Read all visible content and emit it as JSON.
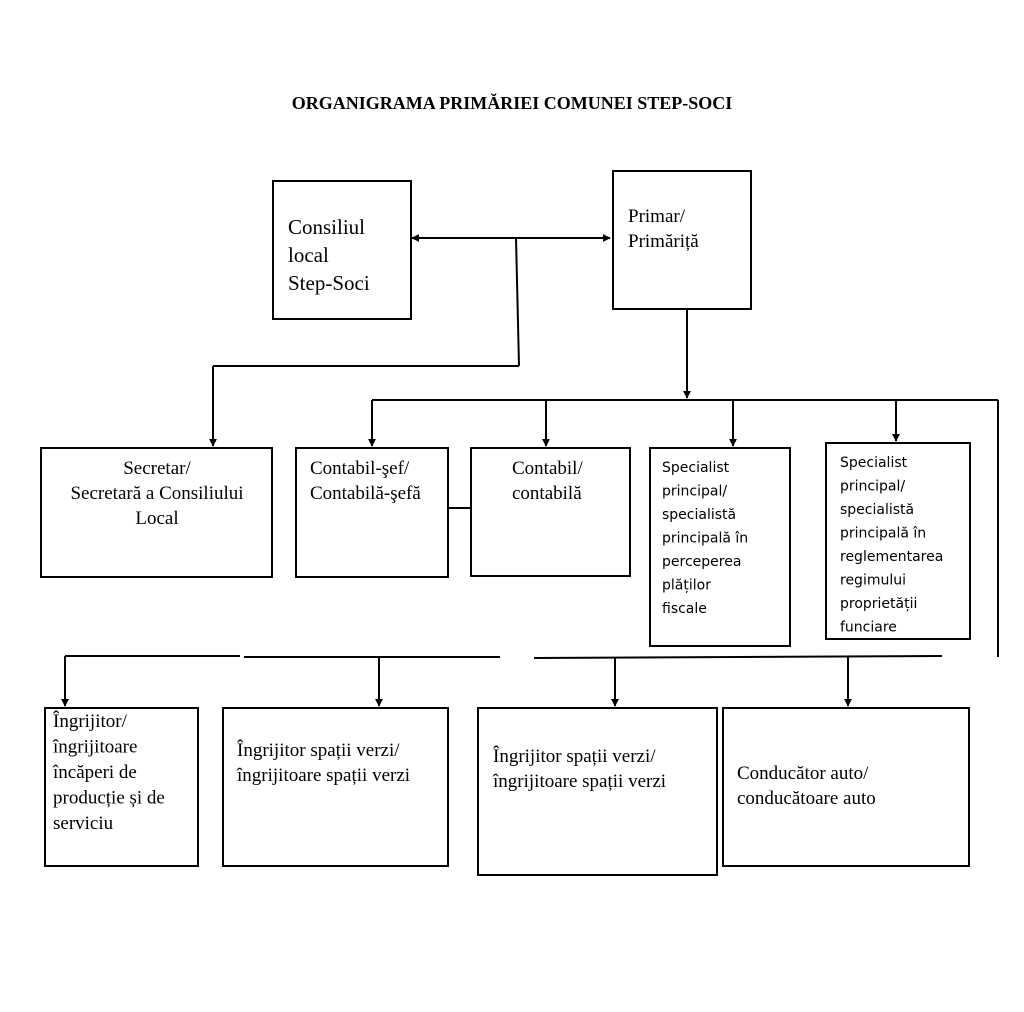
{
  "title": "ORGANIGRAMA  PRIMĂRIEI COMUNEI STEP-SOCI",
  "nodes": {
    "consiliu": [
      "Consiliul",
      "local",
      "Step-Soci"
    ],
    "primar": [
      "Primar/",
      "Primăriță"
    ],
    "secretar": [
      "Secretar/",
      "Secretară a Consiliului",
      "Local"
    ],
    "contabil_sef": [
      "Contabil-şef/",
      "Contabilă-şefă"
    ],
    "contabil": [
      "Contabil/",
      "contabilă"
    ],
    "specialist_fiscal": [
      "Specialist",
      "principal/",
      "specialistă",
      "principală  în",
      "perceperea",
      "plăților",
      "fiscale"
    ],
    "specialist_funciar": [
      "Specialist",
      "principal/",
      "specialistă",
      "principală  în",
      "reglementarea",
      "regimului",
      "proprietății",
      "funciare"
    ],
    "ingrijitor_incaperi": [
      "Îngrijitor/",
      "îngrijitoare",
      "încăperi de",
      "producție și de",
      "serviciu"
    ],
    "ingrijitor_verzi_1": [
      "Îngrijitor spații verzi/",
      "îngrijitoare spații verzi"
    ],
    "ingrijitor_verzi_2": [
      "Îngrijitor spații verzi/",
      "îngrijitoare spații verzi"
    ],
    "conducator": [
      "Conducător auto/",
      "conducătoare auto"
    ]
  }
}
